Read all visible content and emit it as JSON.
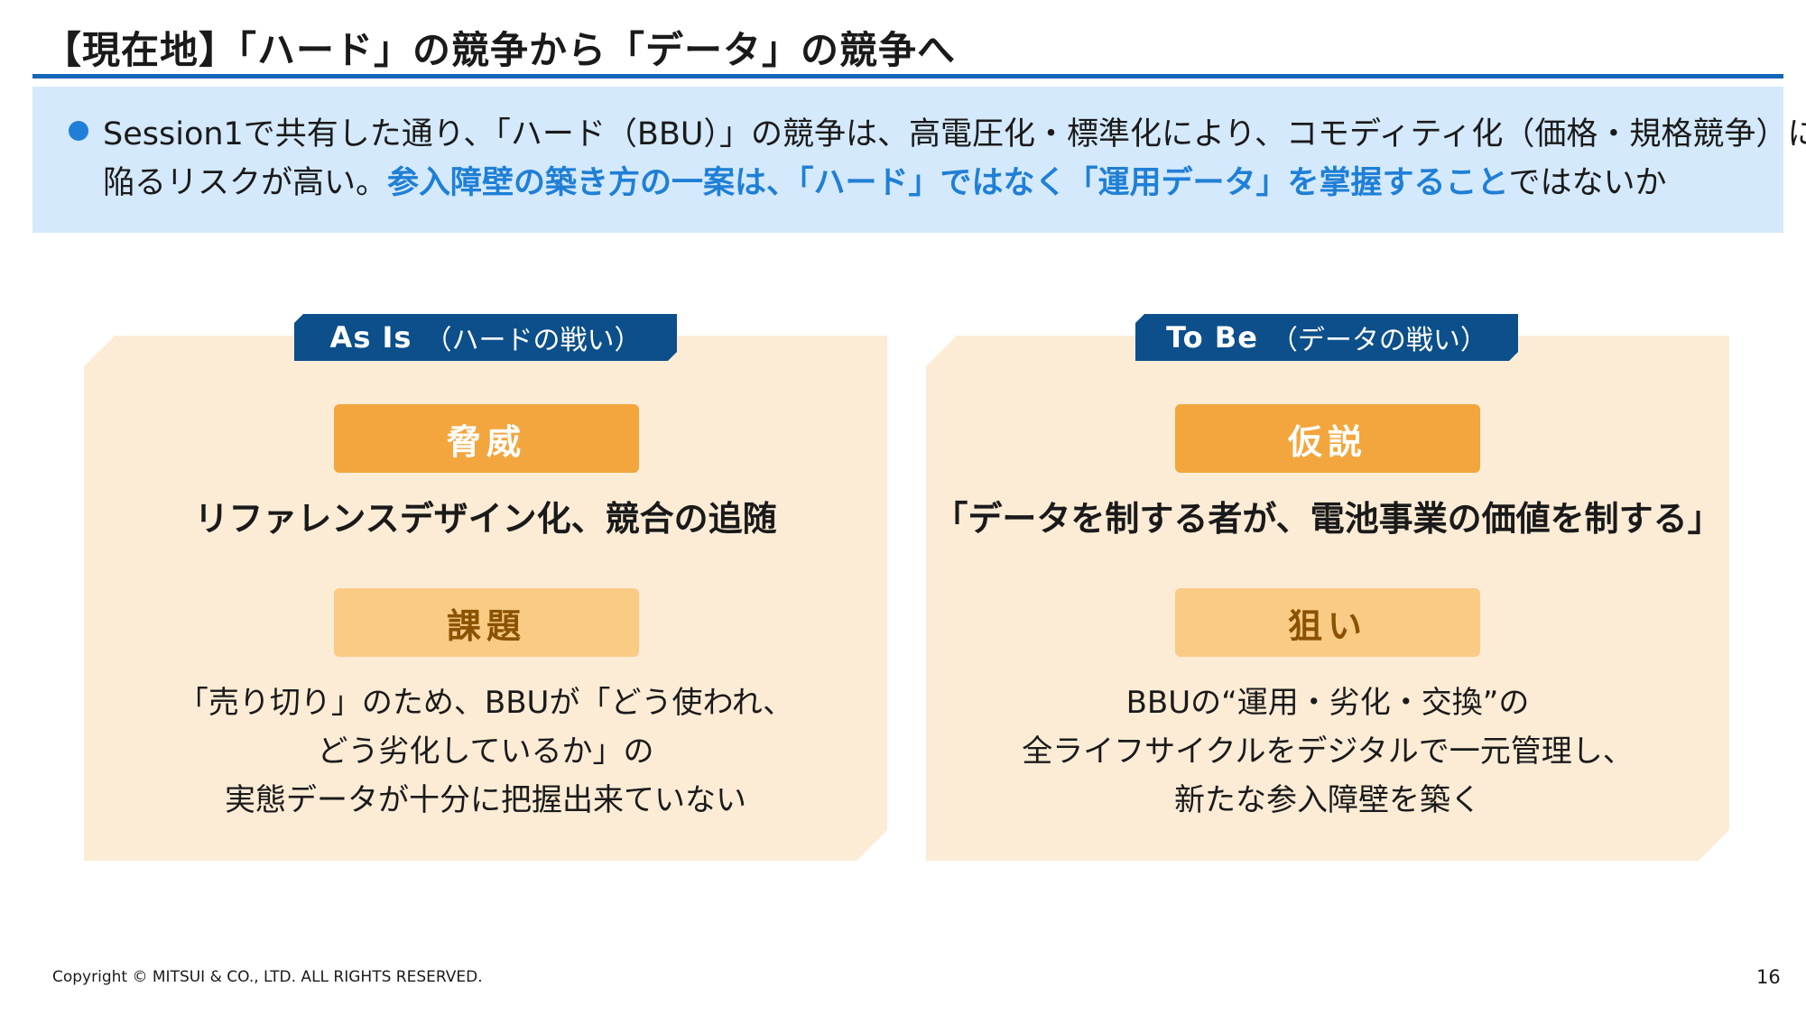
{
  "slide": {
    "title": "【現在地】「ハード」の競争から「データ」の競争へ",
    "accent_color": "#1565b8"
  },
  "summary": {
    "line1": "Session1で共有した通り、「ハード（BBU）」の競争は、高電圧化・標準化により、コモディティ化（価格・規格競争）に",
    "line2_prefix": "陥るリスクが高い。",
    "line2_highlight": "参入障壁の築き方の一案は、「ハード」ではなく「運用データ」を掌握すること",
    "line2_suffix": "ではないか",
    "highlight_color": "#1f7fd6"
  },
  "as_is": {
    "tag_main": "As Is",
    "tag_sub": "（ハードの戦い）",
    "label1": "脅威",
    "headline": "リファレンスデザイン化、競合の追随",
    "label2": "課題",
    "body": [
      "「売り切り」のため、BBUが「どう使われ、",
      "どう劣化しているか」の",
      "実態データが十分に把握出来ていない"
    ]
  },
  "to_be": {
    "tag_main": "To Be",
    "tag_sub": "（データの戦い）",
    "label1": "仮説",
    "headline": "「データを制する者が、電池事業の価値を制する」",
    "label2": "狙い",
    "body": [
      "BBUの“運用・劣化・交換”の",
      "全ライフサイクルをデジタルで一元管理し、",
      "新たな参入障壁を築く"
    ]
  },
  "footer": {
    "copyright": "Copyright © MITSUI & CO., LTD. ALL RIGHTS RESERVED.",
    "page_number": "16"
  }
}
